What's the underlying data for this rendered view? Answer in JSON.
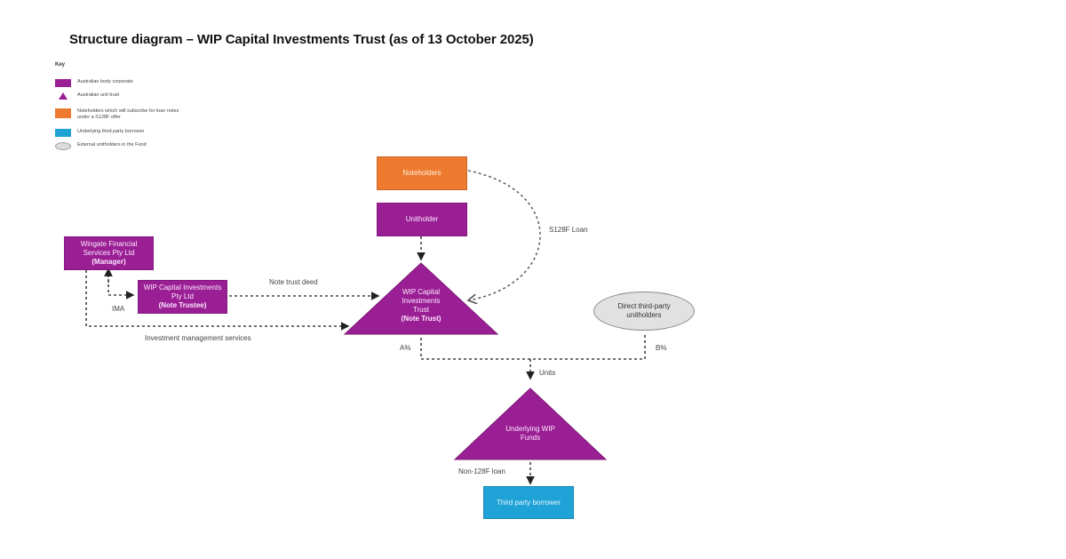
{
  "title": "Structure diagram – WIP Capital Investments Trust (as of 13 October 2025)",
  "key": {
    "title": "Key",
    "items": [
      {
        "shape": "rectangle",
        "color": "#9b1f94",
        "label": "Australian body corporate"
      },
      {
        "shape": "triangle",
        "color": "#9b1f94",
        "label": "Australian unit trust"
      },
      {
        "shape": "rectangle",
        "color": "#ee7a2f",
        "label": "Noteholders which will subscribe for loan notes under a S128F offer"
      },
      {
        "shape": "rectangle",
        "color": "#1fa2d6",
        "label": "Underlying third party borrower"
      },
      {
        "shape": "ellipse",
        "color": "#dcdcdc",
        "label": "External unitholders in the Fund"
      }
    ]
  },
  "nodes": {
    "noteholders": {
      "label": "Noteholders",
      "color": "#ee7a2f"
    },
    "unitholder": {
      "label": "Unitholder",
      "color": "#9b1f94"
    },
    "manager": {
      "line1": "Wingate Financial",
      "line2": "Services Pty Ltd",
      "role": "(Manager)"
    },
    "note_trustee": {
      "line1": "WIP Capital Investments",
      "line2": "Pty Ltd",
      "role": "(Note Trustee)"
    },
    "note_trust": {
      "line1": "WIP Capital",
      "line2": "Investments",
      "line3": "Trust",
      "role": "(Note Trust)"
    },
    "direct_unitholders": {
      "line1": "Direct third-party",
      "line2": "unitholders"
    },
    "underlying_funds": {
      "line1": "Underlying WIP",
      "line2": "Funds"
    },
    "borrower": {
      "label": "Third party borrower",
      "color": "#1fa2d6"
    }
  },
  "edges": {
    "s128f_loan": "S128F Loan",
    "note_trust_deed": "Note trust deed",
    "ima": "IMA",
    "investment_management": "Investment management services",
    "a_pct": "A%",
    "b_pct": "B%",
    "units": "Units",
    "non_128f_loan": "Non-128F loan"
  }
}
